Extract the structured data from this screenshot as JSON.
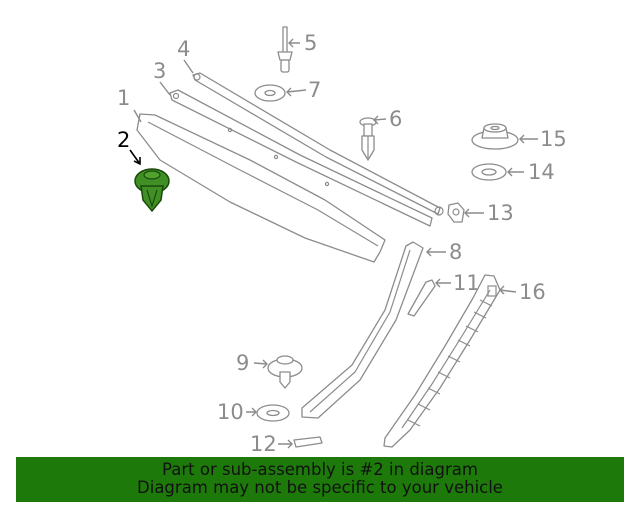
{
  "diagram": {
    "callouts": [
      "1",
      "2",
      "3",
      "4",
      "5",
      "6",
      "7",
      "8",
      "9",
      "10",
      "11",
      "12",
      "13",
      "14",
      "15",
      "16"
    ],
    "highlighted_part": "2",
    "colors": {
      "highlight_fill": "#3f8f24",
      "highlight_stroke": "#1a4a0c",
      "line_gray": "#8c8c8c",
      "banner_bg": "#1d7a0a"
    }
  },
  "banner": {
    "line1": "Part or sub-assembly is #2 in diagram",
    "line2": "Diagram may not be specific to your vehicle"
  }
}
